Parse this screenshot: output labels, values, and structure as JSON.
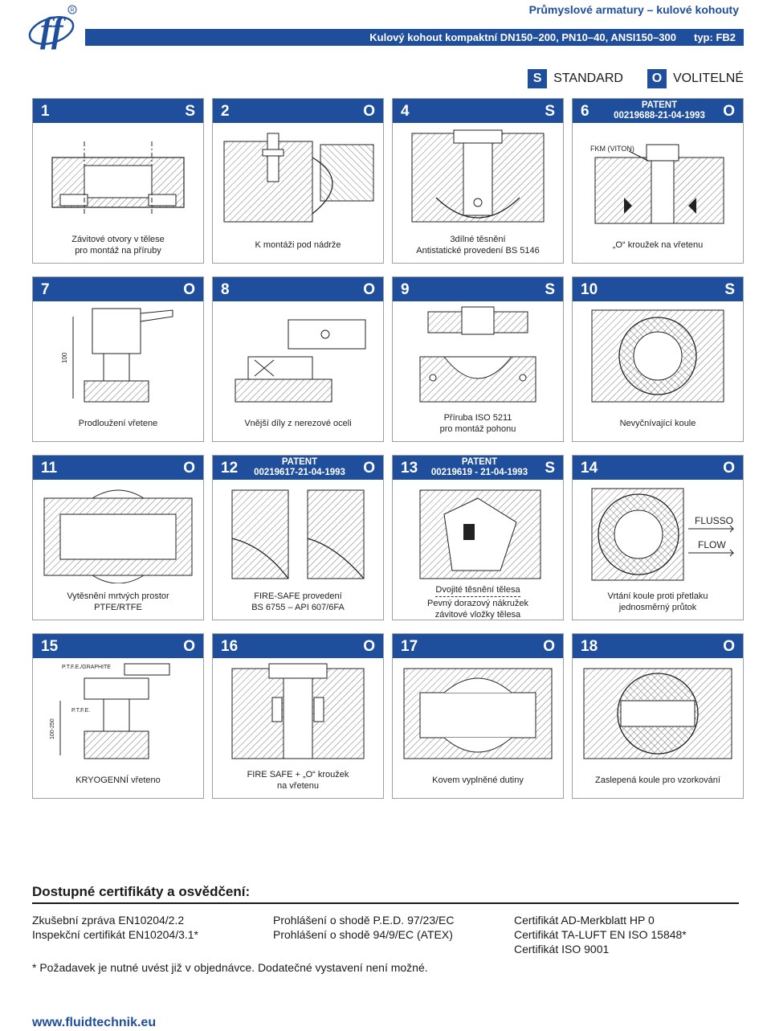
{
  "header": {
    "category": "Průmyslové armatury – kulové kohouty",
    "product": "Kulový kohout kompaktní DN150–200, PN10–40, ANSI150–300",
    "type": "typ: FB2"
  },
  "legend": {
    "standard_badge": "S",
    "standard_label": "STANDARD",
    "optional_badge": "O",
    "optional_label": "VOLITELNÉ"
  },
  "cards": [
    {
      "num": "1",
      "code": "S",
      "caption": [
        "Závitové otvory v tělese",
        "pro montáž na příruby"
      ]
    },
    {
      "num": "2",
      "code": "O",
      "caption": [
        "K montáži pod nádrže"
      ]
    },
    {
      "num": "4",
      "code": "S",
      "caption": [
        "3dílné těsnění",
        "Antistatické provedení BS 5146"
      ]
    },
    {
      "num": "6",
      "code": "O",
      "patent_title": "PATENT",
      "patent_number": "00219688-21-04-1993",
      "drawing_label": "FKM (VITON)",
      "caption": [
        "„O“ kroužek na vřetenu"
      ]
    },
    {
      "num": "7",
      "code": "O",
      "drawing_label": "100",
      "caption": [
        "Prodloužení vřetene"
      ]
    },
    {
      "num": "8",
      "code": "O",
      "caption": [
        "Vnější díly z nerezové oceli"
      ]
    },
    {
      "num": "9",
      "code": "S",
      "caption": [
        "Příruba ISO 5211",
        "pro montáž pohonu"
      ]
    },
    {
      "num": "10",
      "code": "S",
      "caption": [
        "Nevyčnívající koule"
      ]
    },
    {
      "num": "11",
      "code": "O",
      "caption": [
        "Vytěsnění mrtvých prostor",
        "PTFE/RTFE"
      ]
    },
    {
      "num": "12",
      "code": "O",
      "patent_title": "PATENT",
      "patent_number": "00219617-21-04-1993",
      "caption": [
        "FIRE-SAFE provedení",
        "BS 6755 – API 607/6FA"
      ]
    },
    {
      "num": "13",
      "code": "S",
      "patent_title": "PATENT",
      "patent_number": "00219619 - 21-04-1993",
      "caption": [
        "Dvojité těsnění tělesa",
        "Pevný dorazový nákružek",
        "závitové vložky tělesa"
      ]
    },
    {
      "num": "14",
      "code": "O",
      "drawing_label": "FLUSSO",
      "drawing_label2": "FLOW",
      "caption": [
        "Vrtání koule proti přetlaku",
        "jednosměrný průtok"
      ]
    },
    {
      "num": "15",
      "code": "O",
      "drawing_label": "P.T.F.E./GRAPHITE",
      "drawing_label2": "P.T.F.E.",
      "drawing_label3": "100-250",
      "caption": [
        "KRYOGENNÍ  vřeteno"
      ]
    },
    {
      "num": "16",
      "code": "O",
      "caption": [
        "FIRE SAFE + „O“ kroužek",
        "na vřetenu"
      ]
    },
    {
      "num": "17",
      "code": "O",
      "caption": [
        "Kovem vyplněné dutiny"
      ]
    },
    {
      "num": "18",
      "code": "O",
      "caption": [
        "Zaslepená koule pro vzorkování"
      ]
    }
  ],
  "certificates": {
    "title": "Dostupné certifikáty a osvědčení:",
    "col1": [
      "Zkušební zpráva EN10204/2.2",
      "Inspekční certifikát EN10204/3.1*"
    ],
    "col2": [
      "Prohlášení o shodě P.E.D. 97/23/EC",
      "Prohlášení o shodě 94/9/EC (ATEX)"
    ],
    "col3": [
      "Certifikát AD-Merkblatt HP 0",
      "Certifikát TA-LUFT EN ISO 15848*",
      "Certifikát ISO 9001"
    ],
    "footnote": "* Požadavek je nutné uvést již v objednávce. Dodatečné vystavení není možné."
  },
  "footer": {
    "website": "www.fluidtechnik.eu"
  },
  "colors": {
    "brand_blue": "#1f4e9c",
    "ink": "#1a1a1a",
    "hatch": "#555555"
  }
}
